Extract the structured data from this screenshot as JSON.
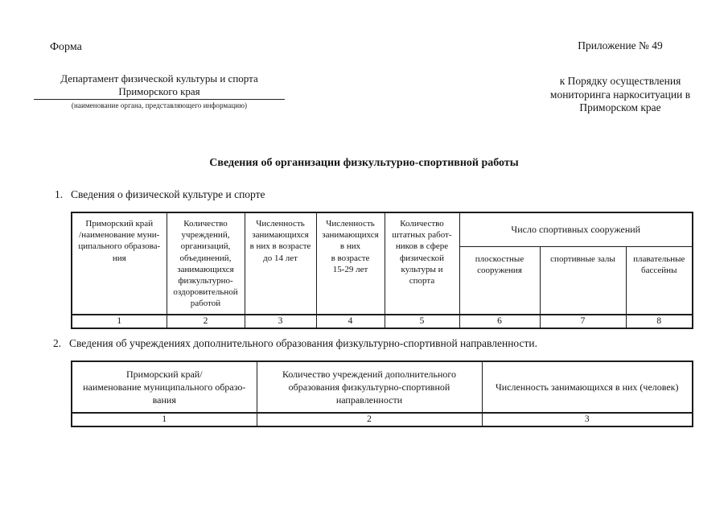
{
  "header": {
    "form_label": "Форма",
    "appendix_line": "Приложение № 49",
    "appendix_sub": "к Порядку осуществления\nмониторинга наркоситуации в\nПриморском крае",
    "department_line1": "Департамент физической культуры и спорта",
    "department_line2": "Приморского края",
    "department_caption": "(наименование органа, представляющего информацию)"
  },
  "title": "Сведения об организации физкультурно-спортивной работы",
  "section1": {
    "number": "1.",
    "label": "Сведения о физической культуре и спорте",
    "table": {
      "span_header": "Число спортивных сооружений",
      "columns": [
        "Приморский край\n/наименование муни-\nципального образова-\nния",
        "Количество\nучреждений,\nорганизаций,\nобъединений,\nзанимающихся\nфизкультурно-\nоздоровительной\nработой",
        "Численность\nзанимающихся\nв них в возрасте\nдо 14 лет",
        "Численность\nзанимающихся\nв них\nв возрасте\n15-29 лет",
        "Количество\nштатных работ-\nников в сфере\nфизической\nкультуры и\nспорта",
        "плоскостные\nсооружения",
        "спортивные залы",
        "плавательные\nбассейны"
      ],
      "column_numbers": [
        "1",
        "2",
        "3",
        "4",
        "5",
        "6",
        "7",
        "8"
      ]
    }
  },
  "section2": {
    "number": "2.",
    "label": "Сведения об учреждениях дополнительного образования физкультурно-спортивной направленности.",
    "table": {
      "columns": [
        "Приморский край/\nнаименование муниципального образо-\nвания",
        "Количество учреждений дополнительного\nобразования физкультурно-спортивной\nнаправленности",
        "Численность занимающихся в них (человек)"
      ],
      "column_numbers": [
        "1",
        "2",
        "3"
      ]
    }
  }
}
